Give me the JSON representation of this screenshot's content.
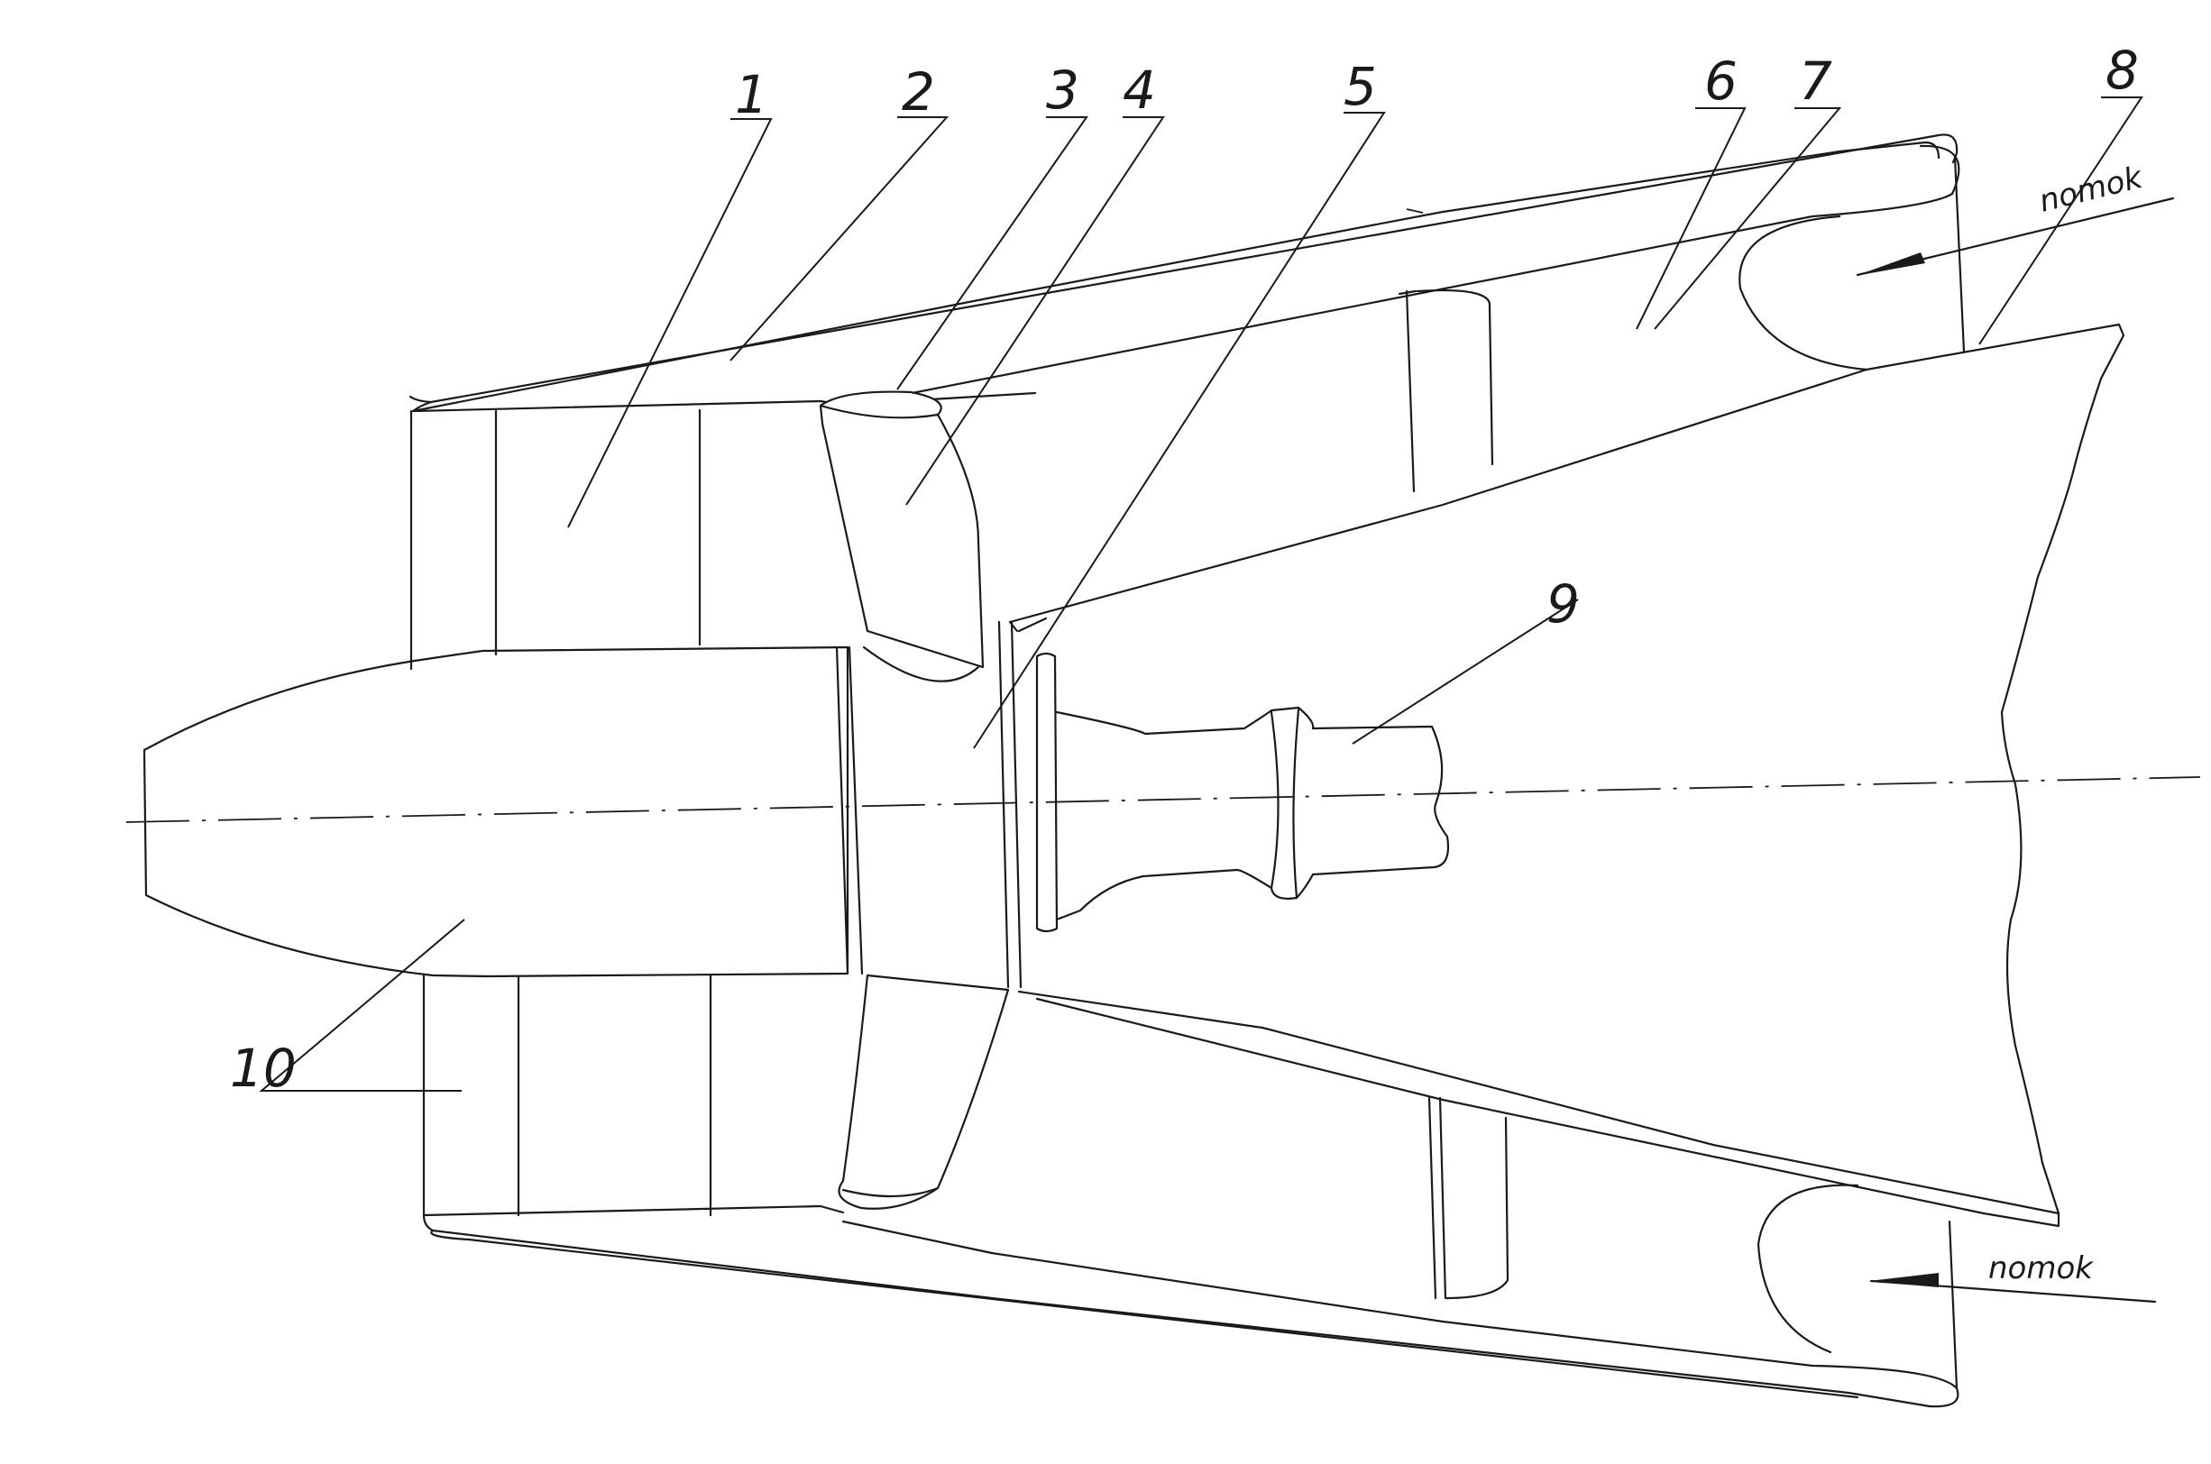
{
  "callouts": [
    {
      "label": "1"
    },
    {
      "label": "2"
    },
    {
      "label": "3"
    },
    {
      "label": "4"
    },
    {
      "label": "5"
    },
    {
      "label": "6"
    },
    {
      "label": "7"
    },
    {
      "label": "8"
    },
    {
      "label": "9"
    },
    {
      "label": "10"
    }
  ],
  "flow_labels": {
    "top": "nomok",
    "bottom": "nomok"
  },
  "colors": {
    "ink": "#1a1a1a",
    "paper": "#ffffff"
  }
}
